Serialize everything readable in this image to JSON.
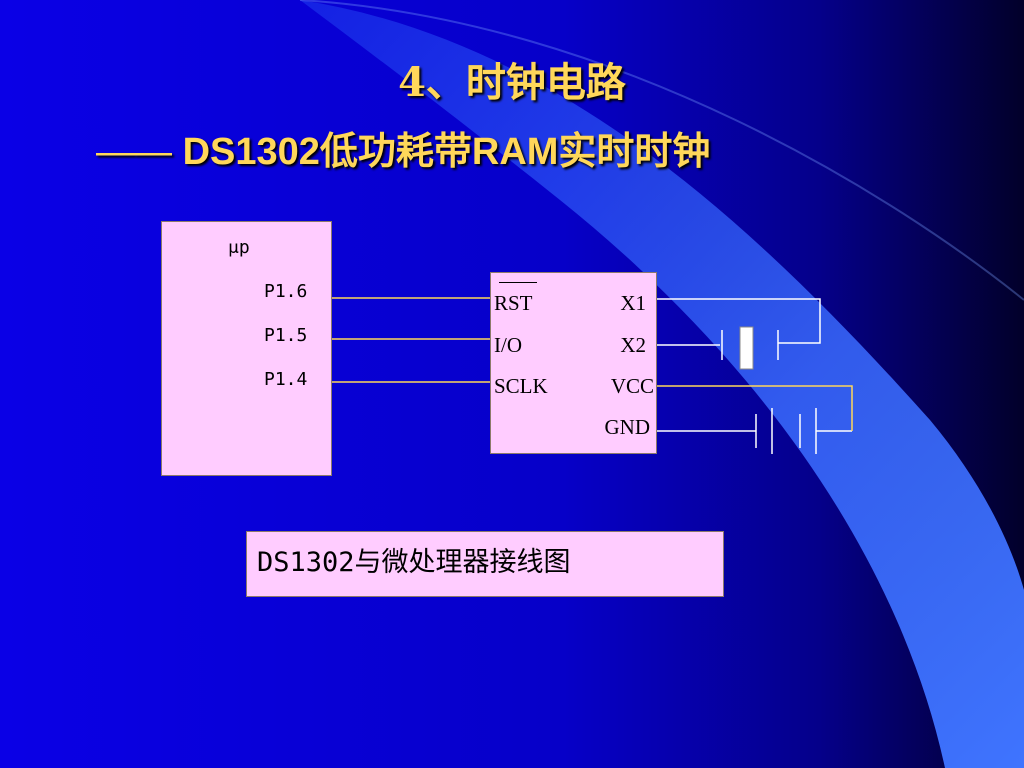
{
  "slide": {
    "title_line1": "4、时钟电路",
    "title_line2_dash": "——",
    "title_line2_text": "DS1302低功耗带RAM实时时钟"
  },
  "diagram": {
    "mcu": {
      "label": "μp",
      "pins": [
        "P1.6",
        "P1.5",
        "P1.4"
      ]
    },
    "chip": {
      "left_pins": [
        "RST",
        "I/O",
        "SCLK"
      ],
      "right_pins": [
        "X1",
        "X2",
        "VCC",
        "GND"
      ]
    },
    "caption": "DS1302与微处理器接线图"
  },
  "colors": {
    "title": "#ffd75a",
    "box_fill": "#ffccff",
    "wire": "#ffd75a"
  }
}
